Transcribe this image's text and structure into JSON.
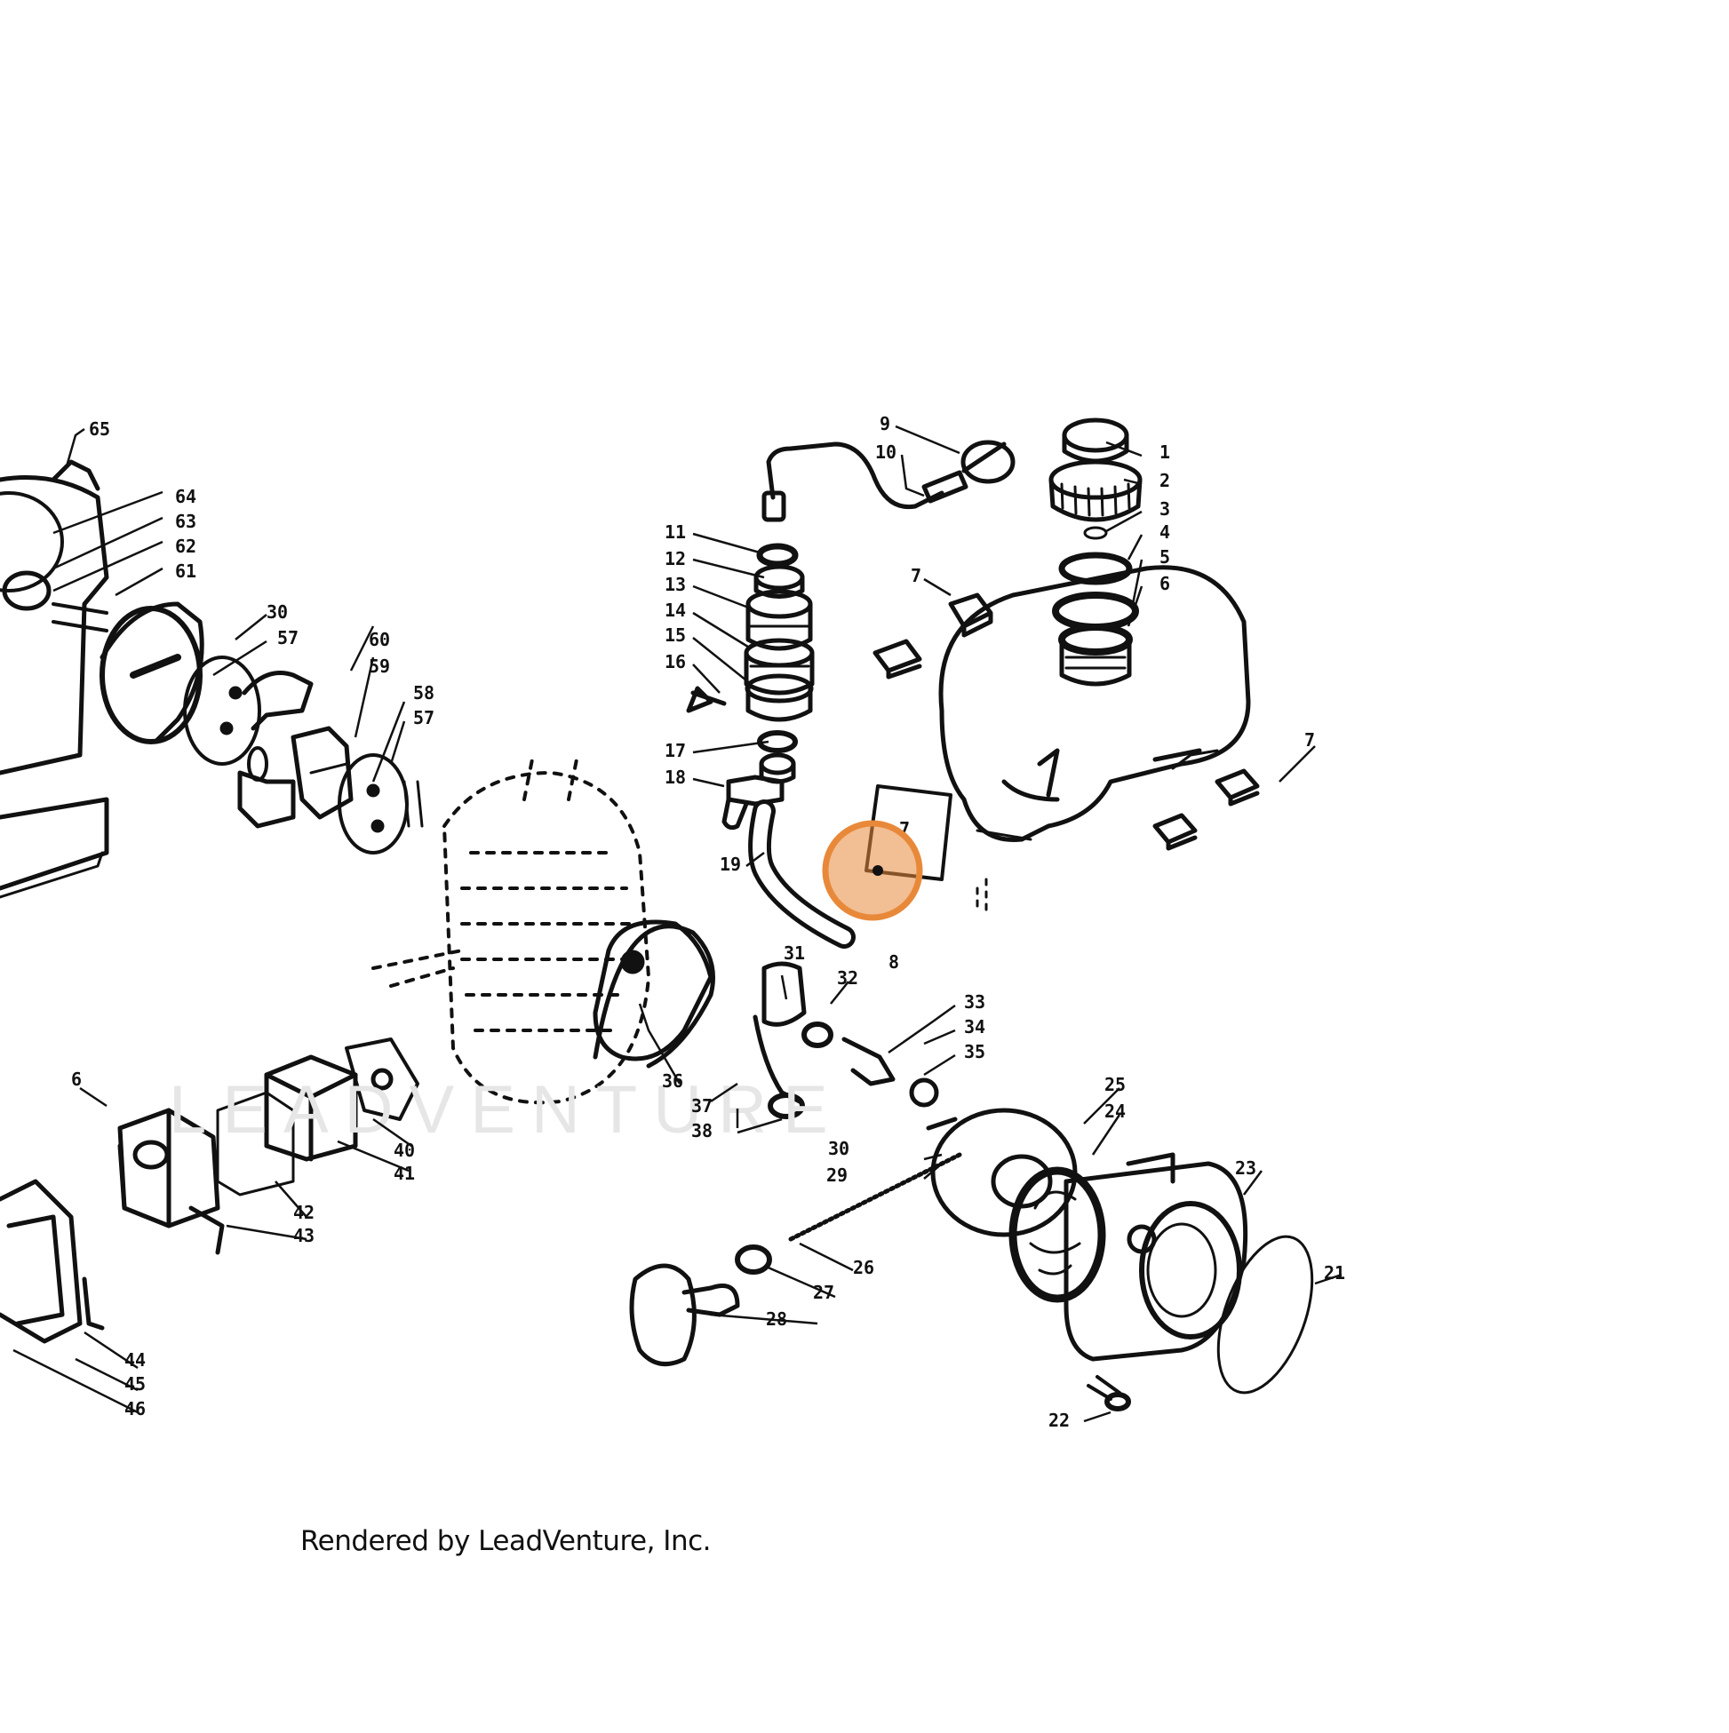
{
  "diagram": {
    "footer": "Rendered by LeadVenture, Inc.",
    "watermark": "LEADVENTURE",
    "hotspot": {
      "color": "#E8893A",
      "target": "tank-grommet"
    },
    "callouts": [
      "1",
      "2",
      "3",
      "4",
      "5",
      "6",
      "7",
      "7",
      "7",
      "8",
      "9",
      "10",
      "11",
      "12",
      "13",
      "14",
      "15",
      "16",
      "17",
      "18",
      "19",
      "21",
      "22",
      "23",
      "24",
      "25",
      "26",
      "27",
      "28",
      "29",
      "30",
      "30",
      "31",
      "32",
      "33",
      "34",
      "35",
      "36",
      "37",
      "38",
      "40",
      "41",
      "42",
      "43",
      "44",
      "45",
      "46",
      "57",
      "57",
      "58",
      "59",
      "60",
      "61",
      "62",
      "63",
      "64",
      "65"
    ]
  }
}
